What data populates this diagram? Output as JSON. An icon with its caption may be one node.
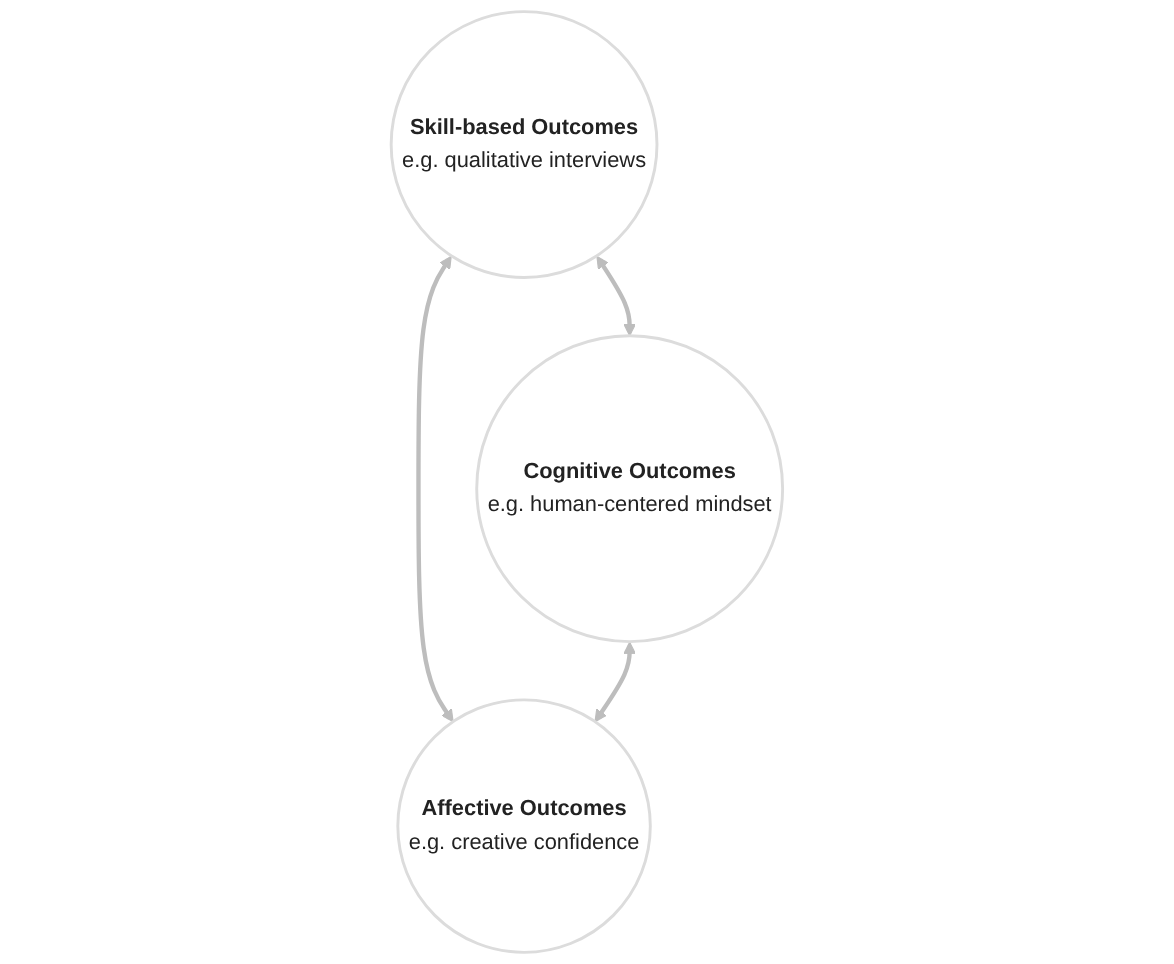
{
  "diagram": {
    "nodes": [
      {
        "text": [
          "Skill-based Outcomes",
          "e.g. qualitative interviews"
        ]
      },
      {
        "text": [
          "Cognitive Outcomes",
          "e.g. human-centered mindset"
        ]
      },
      {
        "text": [
          "Affective Outcomes",
          "e.g. creative confidence"
        ]
      }
    ],
    "edges": [
      {
        "from": 0,
        "to": 1,
        "arrow": "both"
      },
      {
        "from": 0,
        "to": 2,
        "arrow": "both"
      },
      {
        "from": 1,
        "to": 2,
        "arrow": "both"
      }
    ]
  }
}
